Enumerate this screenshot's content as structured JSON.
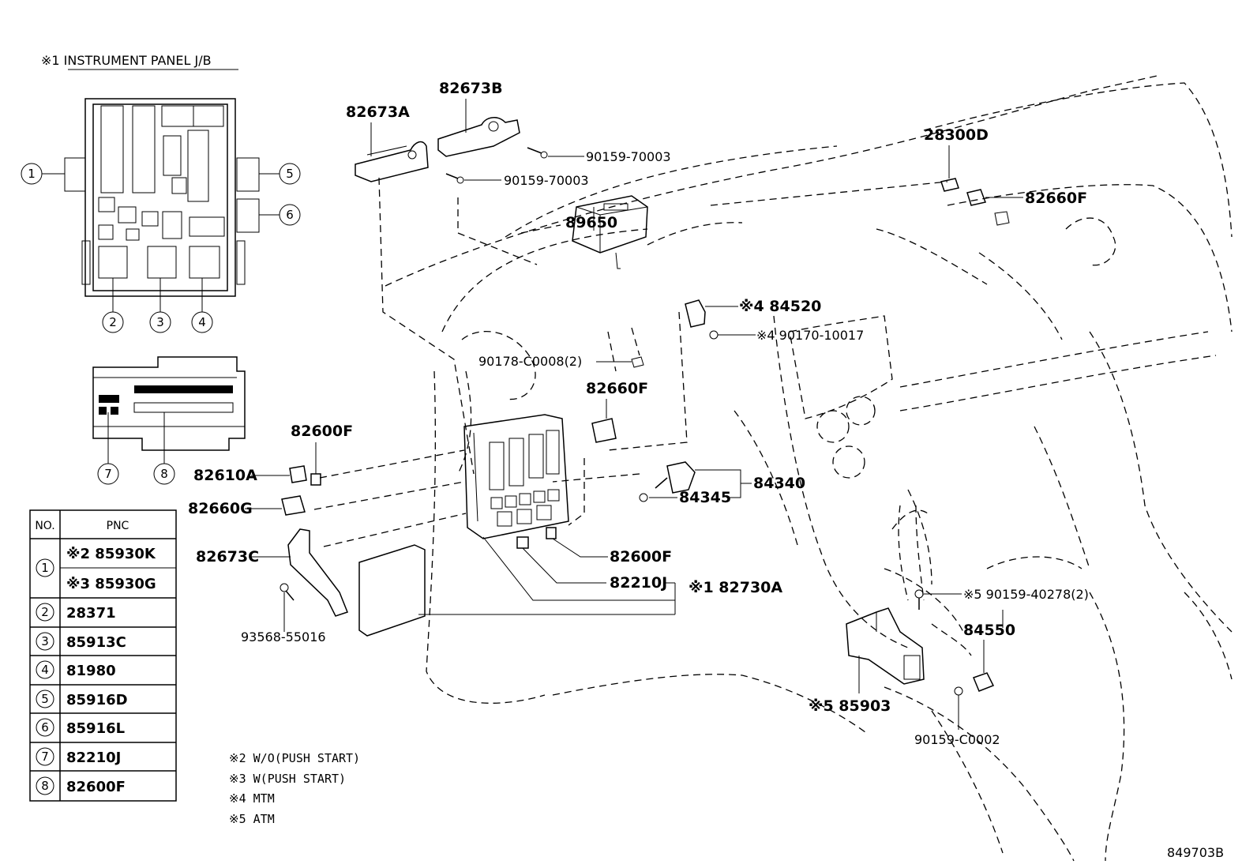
{
  "jb_title": "※1 INSTRUMENT PANEL J/B",
  "circle_numbers": [
    "1",
    "2",
    "3",
    "4",
    "5",
    "6",
    "7",
    "8"
  ],
  "labels": {
    "p82673A": "82673A",
    "p82673B": "82673B",
    "p90159_70003a": "90159-70003",
    "p90159_70003b": "90159-70003",
    "p28300D": "28300D",
    "p82660F_top": "82660F",
    "p89650": "89650",
    "p84520": "※4 84520",
    "p90170": "※4 90170-10017",
    "p90178": "90178-C0008(2)",
    "p82660F_mid": "82660F",
    "p82600F_left": "82600F",
    "p82610A": "82610A",
    "p82660G": "82660G",
    "p84340": "84340",
    "p84345": "84345",
    "p82600F_low": "82600F",
    "p82673C": "82673C",
    "p82210J": "82210J",
    "p82730A": "※1 82730A",
    "p93568": "93568-55016",
    "p90159_40278": "※5 90159-40278(2)",
    "p84550": "84550",
    "p85903": "※5 85903",
    "p90159_C0002": "90159-C0002",
    "code": "849703B"
  },
  "table": {
    "header_no": "NO.",
    "header_pnc": "PNC",
    "rows": [
      {
        "no": "1",
        "pnc": "※2 85930K"
      },
      {
        "no": "",
        "pnc": "※3 85930G"
      },
      {
        "no": "2",
        "pnc": "28371"
      },
      {
        "no": "3",
        "pnc": "85913C"
      },
      {
        "no": "4",
        "pnc": "81980"
      },
      {
        "no": "5",
        "pnc": "85916D"
      },
      {
        "no": "6",
        "pnc": "85916L"
      },
      {
        "no": "7",
        "pnc": "82210J"
      },
      {
        "no": "8",
        "pnc": "82600F"
      }
    ]
  },
  "notes": [
    "※2 W/O(PUSH START)",
    "※3 W(PUSH START)",
    "※4 MTM",
    "※5 ATM"
  ]
}
